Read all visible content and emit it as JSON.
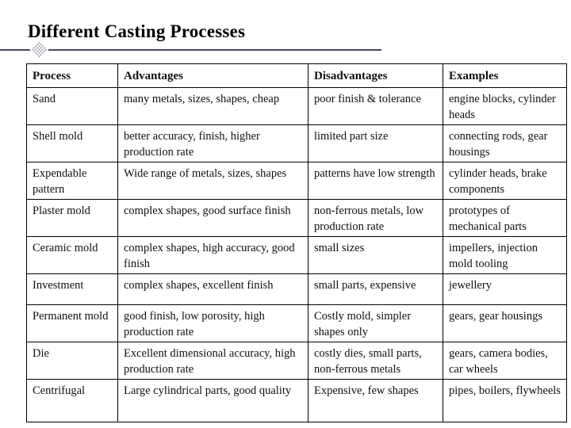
{
  "slide": {
    "title": "Different Casting Processes",
    "accent_color": "#47476b",
    "border_color": "#000000",
    "background_color": "#ffffff"
  },
  "table": {
    "headers": [
      "Process",
      "Advantages",
      "Disadvantages",
      "Examples"
    ],
    "rows": [
      {
        "process": "Sand",
        "advantages": "many metals, sizes, shapes, cheap",
        "disadvantages": "poor finish & tolerance",
        "examples": "engine blocks, cylinder heads"
      },
      {
        "process": "Shell mold",
        "advantages": "better accuracy, finish, higher production rate",
        "disadvantages": "limited part size",
        "examples": "connecting rods, gear housings"
      },
      {
        "process": "Expendable pattern",
        "advantages": "Wide range of metals, sizes, shapes",
        "disadvantages": "patterns have low strength",
        "examples": "cylinder heads, brake components"
      },
      {
        "process": "Plaster mold",
        "advantages": "complex shapes, good surface finish",
        "disadvantages": "non-ferrous metals, low production rate",
        "examples": "prototypes of mechanical parts"
      },
      {
        "process": "Ceramic mold",
        "advantages": "complex shapes, high accuracy, good finish",
        "disadvantages": "small sizes",
        "examples": "impellers, injection mold tooling"
      },
      {
        "process": "Investment",
        "advantages": "complex shapes, excellent finish",
        "disadvantages": "small parts, expensive",
        "examples": "jewellery"
      },
      {
        "process": "Permanent mold",
        "advantages": "good finish, low porosity, high production rate",
        "disadvantages": "Costly mold, simpler shapes only",
        "examples": "gears, gear housings"
      },
      {
        "process": "Die",
        "advantages": "Excellent dimensional accuracy, high production rate",
        "disadvantages": "costly dies, small parts, non-ferrous metals",
        "examples": "gears, camera bodies, car wheels"
      },
      {
        "process": "Centrifugal",
        "advantages": "Large cylindrical parts, good quality",
        "disadvantages": "Expensive, few shapes",
        "examples": "pipes, boilers, flywheels"
      }
    ]
  }
}
